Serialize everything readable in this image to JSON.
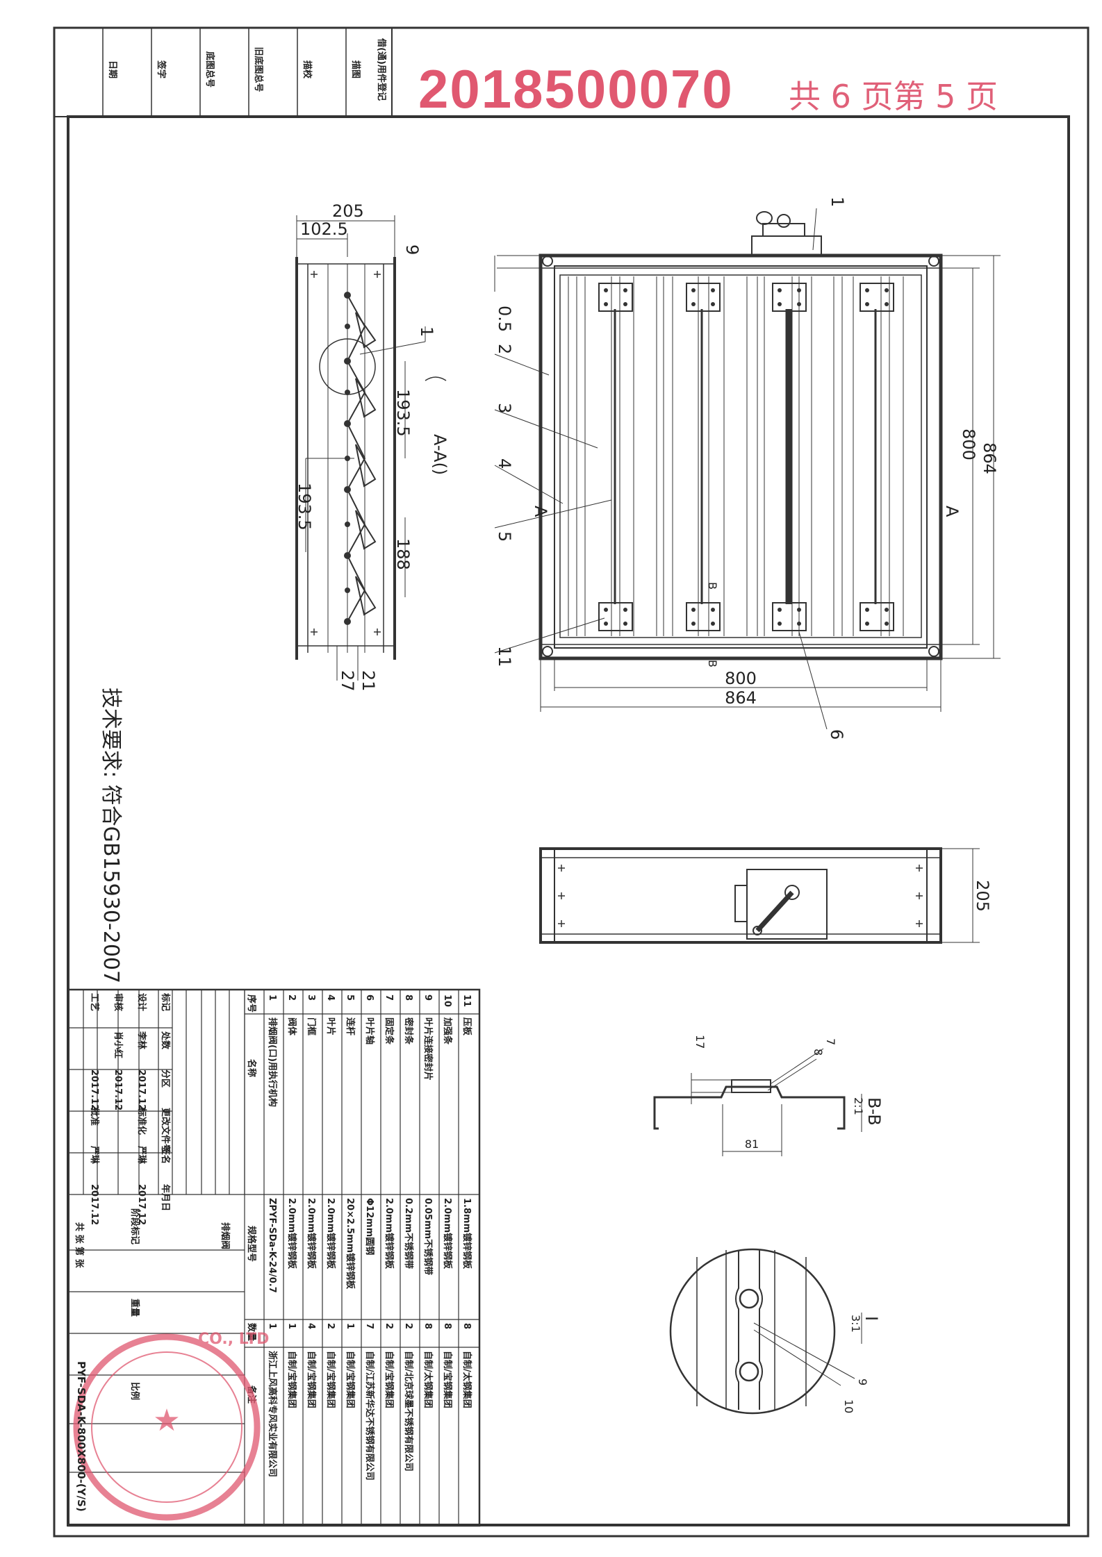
{
  "stamp": {
    "serial": "2018500070",
    "pages": "共 6 页第 5 页",
    "seal_text": "CO., LTD",
    "seal_code": "PYF-SDA-K-800X800-(Y/S)"
  },
  "margin_labels": [
    "日期",
    "签字",
    "底图总号",
    "旧底图总号",
    "描校",
    "描图",
    "借(通)用件登记"
  ],
  "tech_requirement": "技术要求: 符合GB15930-2007",
  "side_view_dims": [
    "205",
    "102.5",
    "9",
    "193.5",
    "193.5",
    "188",
    "27",
    "21"
  ],
  "section_label": "A-A()",
  "front_view": {
    "dims": [
      "0.5",
      "800",
      "864",
      "800",
      "864"
    ],
    "balloons": [
      "1",
      "2",
      "3",
      "4",
      "5",
      "11",
      "6",
      "1"
    ],
    "section_marks": [
      "A",
      "A",
      "B",
      "B"
    ]
  },
  "end_view_dim": "205",
  "bb_view": {
    "dims": [
      "17",
      "81"
    ],
    "balloons": [
      "7",
      "8"
    ],
    "title": "B-B",
    "scale": "2:1"
  },
  "detail_view": {
    "title": "I",
    "scale": "3:1",
    "balloons": [
      "9",
      "10"
    ]
  },
  "bom": {
    "header": {
      "no": "序号",
      "name": "名称",
      "spec": "规格型号",
      "qty": "数量",
      "remark": "备注"
    },
    "rows": [
      {
        "no": "11",
        "name": "压板",
        "spec": "1.8mm镀锌钢板",
        "qty": "8",
        "remark": "自制/太钢集团"
      },
      {
        "no": "10",
        "name": "加强条",
        "spec": "2.0mm镀锌钢板",
        "qty": "8",
        "remark": "自制/宝钢集团"
      },
      {
        "no": "9",
        "name": "叶片连接密封片",
        "spec": "0.05mm不锈钢带",
        "qty": "8",
        "remark": "自制/太钢集团"
      },
      {
        "no": "8",
        "name": "密封条",
        "spec": "0.2mm不锈钢带",
        "qty": "2",
        "remark": "自制/北京球墨不锈钢有限公司"
      },
      {
        "no": "7",
        "name": "固定条",
        "spec": "2.0mm镀锌钢板",
        "qty": "2",
        "remark": "自制/宝钢集团"
      },
      {
        "no": "6",
        "name": "叶片轴",
        "spec": "Φ12mm圆钢",
        "qty": "7",
        "remark": "自制/江苏新华达不锈钢有限公司"
      },
      {
        "no": "5",
        "name": "连杆",
        "spec": "20×2.5mm镀锌钢板",
        "qty": "1",
        "remark": "自制/宝钢集团"
      },
      {
        "no": "4",
        "name": "叶片",
        "spec": "2.0mm镀锌钢板",
        "qty": "2",
        "remark": "自制/宝钢集团"
      },
      {
        "no": "3",
        "name": "门框",
        "spec": "2.0mm镀锌钢板",
        "qty": "4",
        "remark": "自制/宝钢集团"
      },
      {
        "no": "2",
        "name": "阀体",
        "spec": "2.0mm镀锌钢板",
        "qty": "1",
        "remark": "自制/宝钢集团"
      },
      {
        "no": "1",
        "name": "排烟阀(口)用执行机构",
        "spec": "ZPYF-SDa-K-24/0.7",
        "qty": "1",
        "remark": "浙江上风高科专风实业有限公司"
      }
    ],
    "title_block": {
      "rows": [
        [
          "标记",
          "处数",
          "分区",
          "更改文件号",
          "签名",
          "年月日"
        ],
        [
          "设计",
          "李林",
          "2017.12",
          "标准化",
          "严琳",
          "2017.12"
        ],
        [
          "审核",
          "肖小红",
          "2017.12",
          "",
          "",
          ""
        ],
        [
          "工艺",
          "",
          "2017.12",
          "批准",
          "严琳",
          "2017.12"
        ]
      ],
      "product": "排烟阀",
      "stage": "阶段标记",
      "weight": "重量",
      "scale": "比例",
      "sheets": "共 张 第 张"
    }
  }
}
